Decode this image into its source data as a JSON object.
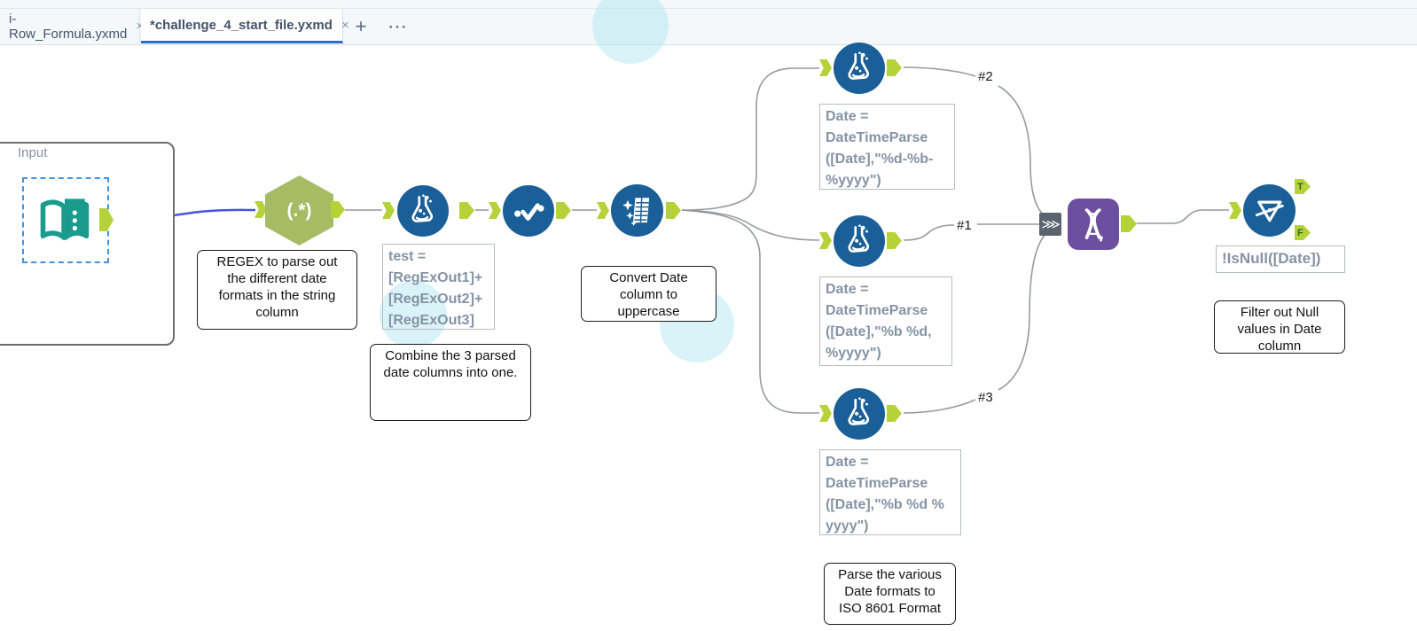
{
  "tabs": {
    "left_tab": {
      "label": "i-Row_Formula.yxmd",
      "close": "×"
    },
    "active_tab": {
      "label": "*challenge_4_start_file.yxmd",
      "close": "×"
    },
    "add_label": "+",
    "overflow_label": "⋯"
  },
  "canvas": {
    "input_group": {
      "label": "Input"
    },
    "tools": {
      "regex_glyph": "(.*)"
    },
    "annotations": {
      "test": "test =\n[RegExOut1]+\n[RegExOut2]+\n[RegExOut3]",
      "date2": "Date =\nDateTimeParse\n([Date],\"%d-%b-\n%yyyy\")",
      "date1": "Date =\nDateTimeParse\n([Date],\"%b %d,\n%yyyy\")",
      "date3": "Date =\nDateTimeParse\n([Date],\"%b %d %\nyyyy\")",
      "filter": "!IsNull([Date])"
    },
    "comments": {
      "regex": "REGEX to parse out\nthe different date\nformats in the string\ncolumn",
      "combine": "Combine the 3 parsed\ndate columns into one.",
      "uppercase": "Convert Date\ncolumn to\nuppercase",
      "iso": "Parse the various\nDate formats to\nISO 8601 Format",
      "filter": "Filter out Null\nvalues in Date\ncolumn"
    },
    "connection_labels": {
      "c1": "#1",
      "c2": "#2",
      "c3": "#3"
    },
    "anchors": {
      "true": "T",
      "false": "F",
      "union_multi": "⋙"
    }
  },
  "colors": {
    "tool_blue": "#1a5f97",
    "anchor_green": "#b5d339",
    "regex_olive": "#a5bb64",
    "union_purple": "#6d4f9f",
    "input_teal": "#1a9c8d",
    "accent_tab": "#2e6fbd",
    "decor_cyan": "#abe5ef",
    "annotation_text": "#8593a5",
    "connection_gray": "#97999c",
    "connection_blue": "#4653e3"
  }
}
